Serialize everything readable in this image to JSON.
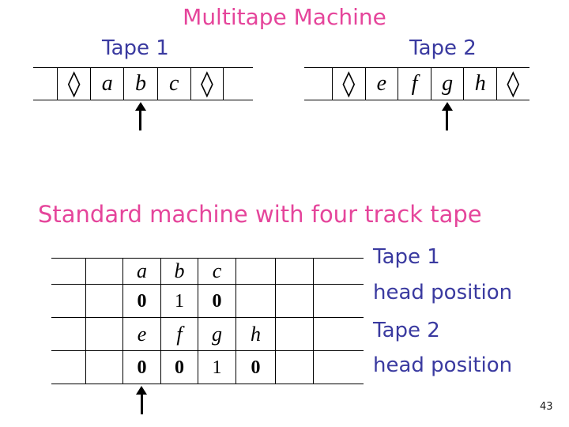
{
  "slide": {
    "title": "Multitape Machine",
    "section_heading": "Standard machine with four track tape",
    "page_number": "43",
    "colors": {
      "heading_pink": "#e5459b",
      "label_blue": "#3a3aa0",
      "line_black": "#000000"
    }
  },
  "tape1": {
    "label": "Tape 1",
    "cells": [
      "◊",
      "a",
      "b",
      "c",
      "◊"
    ],
    "head_cell_index": 2
  },
  "tape2": {
    "label": "Tape 2",
    "cells": [
      "◊",
      "e",
      "f",
      "g",
      "h",
      "◊"
    ],
    "head_cell_index": 3
  },
  "four_track_table": {
    "rows": [
      [
        "",
        "a",
        "b",
        "c",
        "",
        ""
      ],
      [
        "",
        "0",
        "1",
        "0",
        "",
        ""
      ],
      [
        "",
        "e",
        "f",
        "g",
        "h",
        ""
      ],
      [
        "",
        "0",
        "0",
        "1",
        "0",
        ""
      ]
    ],
    "row_labels": [
      "Tape 1",
      "head position",
      "Tape 2",
      "head position"
    ],
    "head_column_index": 1
  }
}
